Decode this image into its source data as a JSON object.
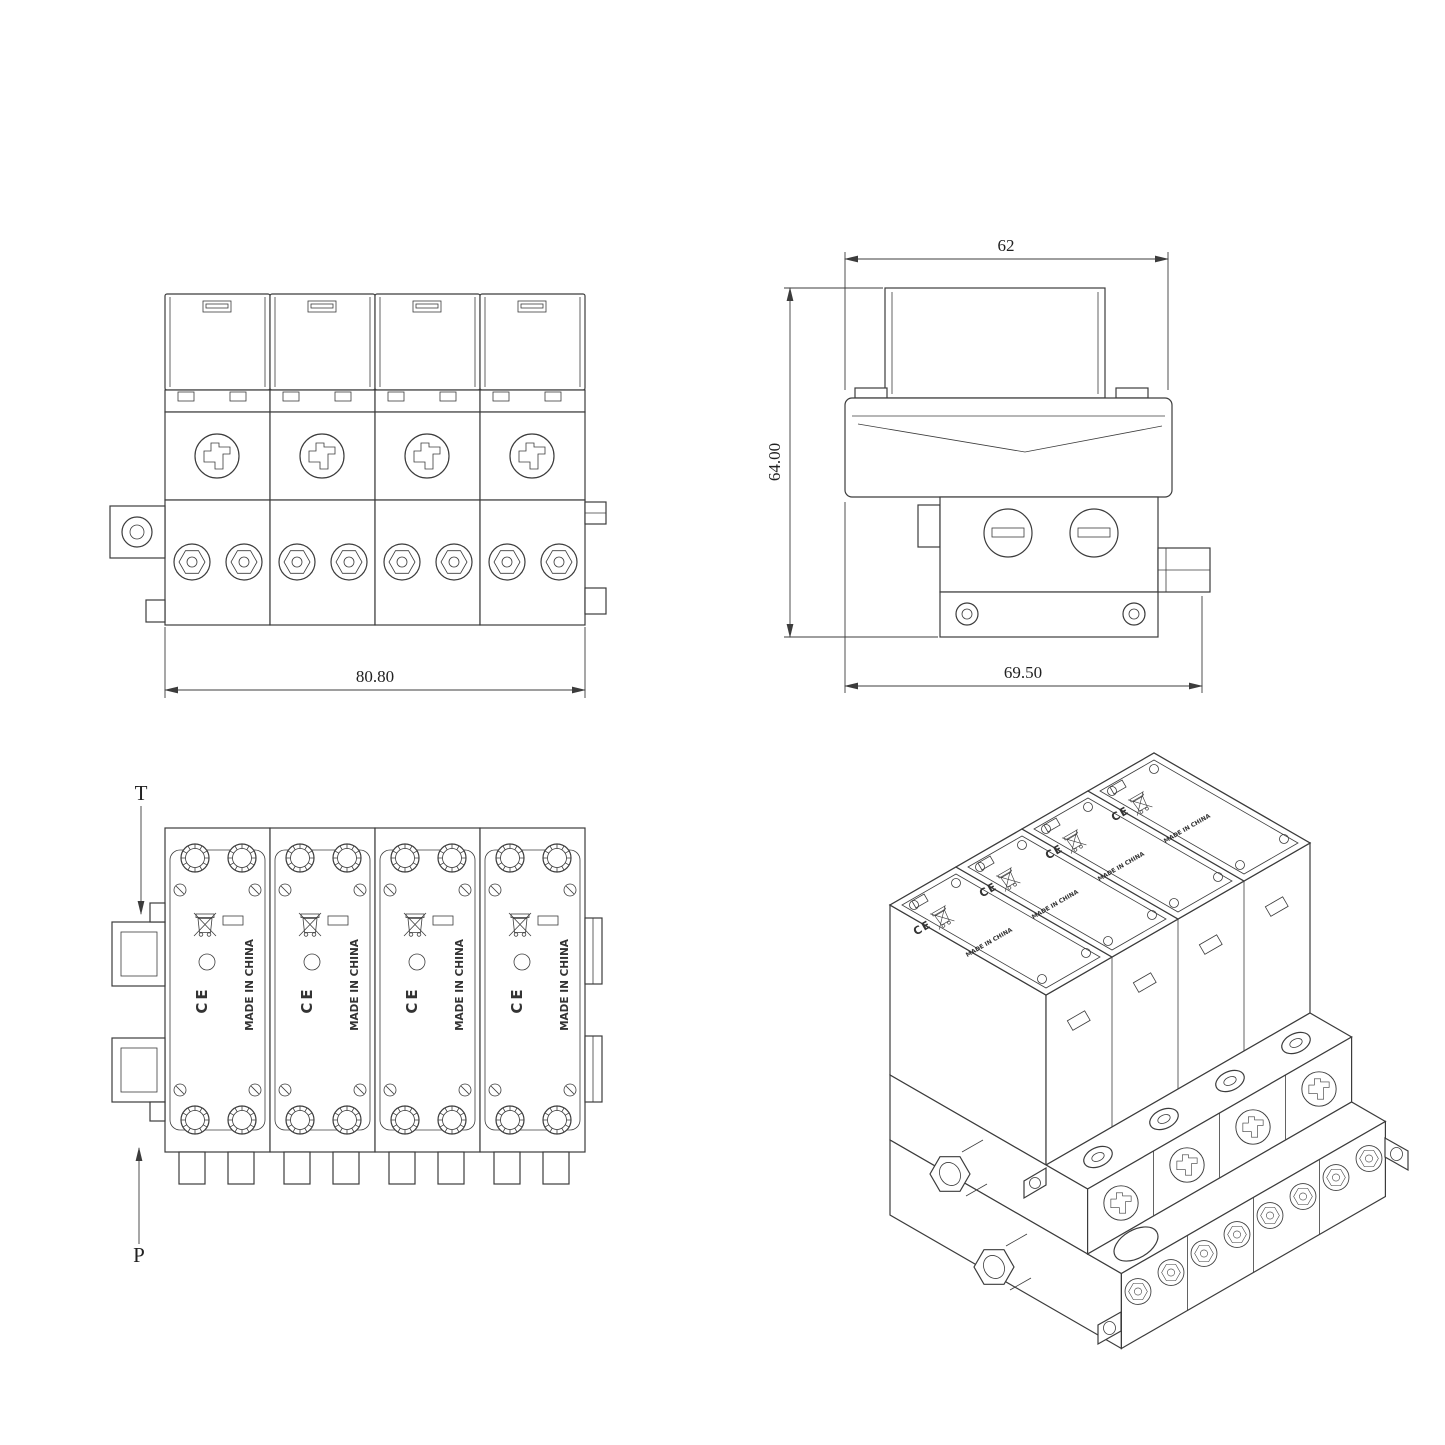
{
  "page": {
    "background": "#ffffff",
    "line_color": "#3c3c3c"
  },
  "views": {
    "front": {
      "dim_width": "80.80"
    },
    "side": {
      "dim_top": "62",
      "dim_height": "64.00",
      "dim_bottom": "69.50"
    },
    "top": {
      "label_t": "T",
      "label_p": "P",
      "made_in": "MADE IN CHINA",
      "ce": "CE"
    },
    "iso": {
      "made_in": "MADE IN CHINA",
      "ce": "CE"
    }
  }
}
